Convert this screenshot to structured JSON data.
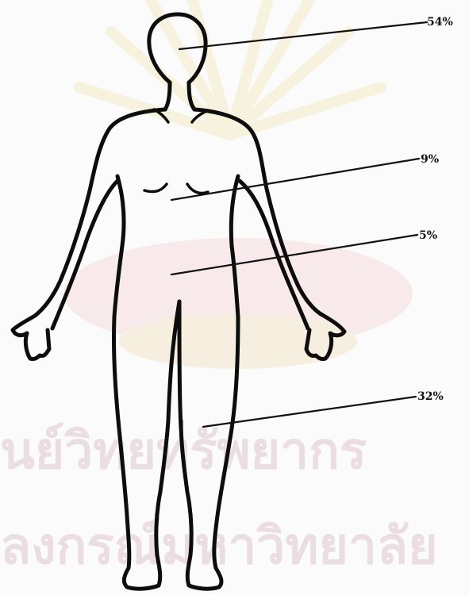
{
  "labels": [
    {
      "region": "head",
      "value": "54%"
    },
    {
      "region": "chest",
      "value": "9%"
    },
    {
      "region": "abdomen",
      "value": "5%"
    },
    {
      "region": "legs",
      "value": "32%"
    }
  ],
  "watermark": {
    "line1": "นย์วิทยทรัพยากร",
    "line2": "ลงกรณ์มหาวิทยาลัย"
  }
}
